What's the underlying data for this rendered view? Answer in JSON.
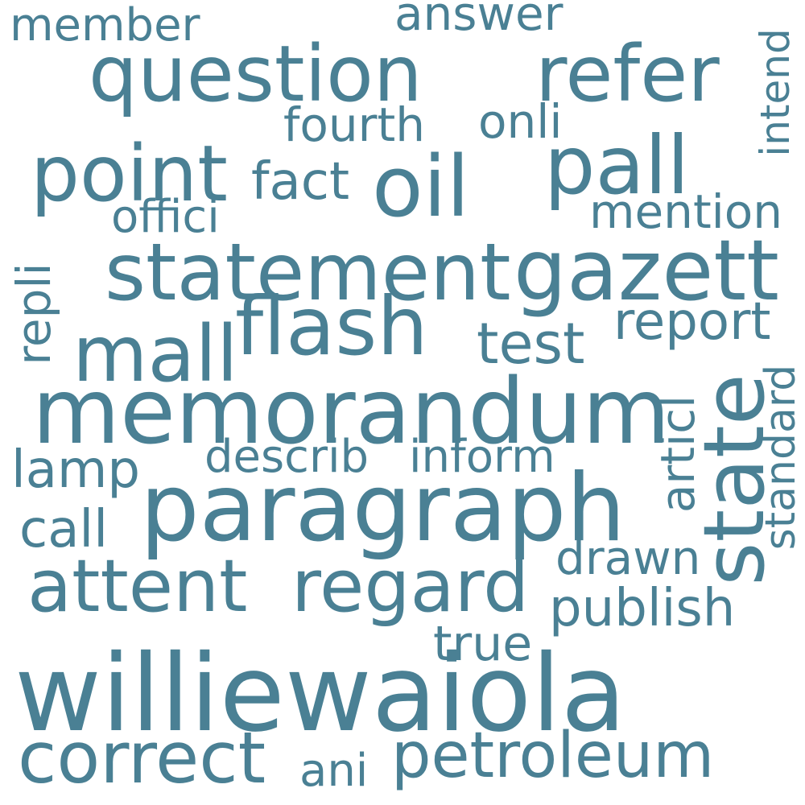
{
  "cloud": {
    "text_color": "#4a8094",
    "background": "#ffffff",
    "words": [
      {
        "text": "member",
        "orientation": "horizontal"
      },
      {
        "text": "answer",
        "orientation": "horizontal"
      },
      {
        "text": "question",
        "orientation": "horizontal"
      },
      {
        "text": "refer",
        "orientation": "horizontal"
      },
      {
        "text": "intend",
        "orientation": "vertical"
      },
      {
        "text": "fourth",
        "orientation": "horizontal"
      },
      {
        "text": "onli",
        "orientation": "horizontal"
      },
      {
        "text": "point",
        "orientation": "horizontal"
      },
      {
        "text": "fact",
        "orientation": "horizontal"
      },
      {
        "text": "oil",
        "orientation": "horizontal"
      },
      {
        "text": "pall",
        "orientation": "horizontal"
      },
      {
        "text": "offici",
        "orientation": "horizontal"
      },
      {
        "text": "mention",
        "orientation": "horizontal"
      },
      {
        "text": "repli",
        "orientation": "vertical"
      },
      {
        "text": "statement",
        "orientation": "horizontal"
      },
      {
        "text": "gazett",
        "orientation": "horizontal"
      },
      {
        "text": "flash",
        "orientation": "horizontal"
      },
      {
        "text": "mall",
        "orientation": "horizontal"
      },
      {
        "text": "test",
        "orientation": "horizontal"
      },
      {
        "text": "report",
        "orientation": "horizontal"
      },
      {
        "text": "memorandum",
        "orientation": "horizontal"
      },
      {
        "text": "state",
        "orientation": "vertical"
      },
      {
        "text": "articl",
        "orientation": "vertical"
      },
      {
        "text": "standard",
        "orientation": "vertical"
      },
      {
        "text": "lamp",
        "orientation": "horizontal"
      },
      {
        "text": "describ",
        "orientation": "horizontal"
      },
      {
        "text": "inform",
        "orientation": "horizontal"
      },
      {
        "text": "paragraph",
        "orientation": "horizontal"
      },
      {
        "text": "call",
        "orientation": "horizontal"
      },
      {
        "text": "drawn",
        "orientation": "horizontal"
      },
      {
        "text": "attent",
        "orientation": "horizontal"
      },
      {
        "text": "regard",
        "orientation": "horizontal"
      },
      {
        "text": "publish",
        "orientation": "horizontal"
      },
      {
        "text": "true",
        "orientation": "horizontal"
      },
      {
        "text": "williewaiola",
        "orientation": "horizontal"
      },
      {
        "text": "correct",
        "orientation": "horizontal"
      },
      {
        "text": "ani",
        "orientation": "horizontal"
      },
      {
        "text": "petroleum",
        "orientation": "horizontal"
      }
    ]
  }
}
